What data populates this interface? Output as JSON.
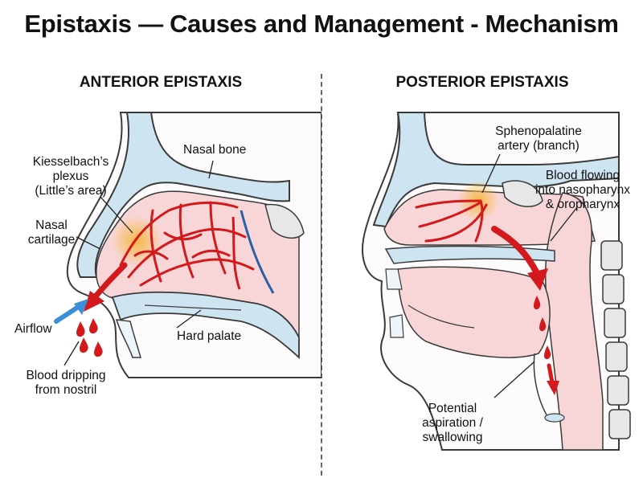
{
  "title": "Epistaxis — Causes and Management - Mechanism",
  "panels": [
    {
      "heading": "ANTERIOR EPISTAXIS",
      "labels": {
        "nasal_bone": "Nasal bone",
        "kiesselbach": [
          "Kiesselbach’s",
          "plexus",
          "(Little’s area)"
        ],
        "nasal_cartilage": [
          "Nasal",
          "cartilage"
        ],
        "airflow": "Airflow",
        "hard_palate": "Hard palate",
        "blood_dripping": [
          "Blood dripping",
          "from nostril"
        ]
      }
    },
    {
      "heading": "POSTERIOR EPISTAXIS",
      "labels": {
        "sphenopalatine": [
          "Sphenopalatine",
          "artery (branch)"
        ],
        "blood_flowing": [
          "Blood flowing",
          "into nasopharynx",
          "& oropharynx"
        ],
        "aspiration": [
          "Potential",
          "aspiration /",
          "swallowing"
        ]
      }
    }
  ],
  "colors": {
    "artery": "#d3191c",
    "vein": "#2b5fa8",
    "tissue": "#f8d6d8",
    "bone": "#cfe4f1",
    "outline": "#3a3a3a",
    "airflow": "#3a8fd6",
    "hotspot": "#f6b73c"
  }
}
